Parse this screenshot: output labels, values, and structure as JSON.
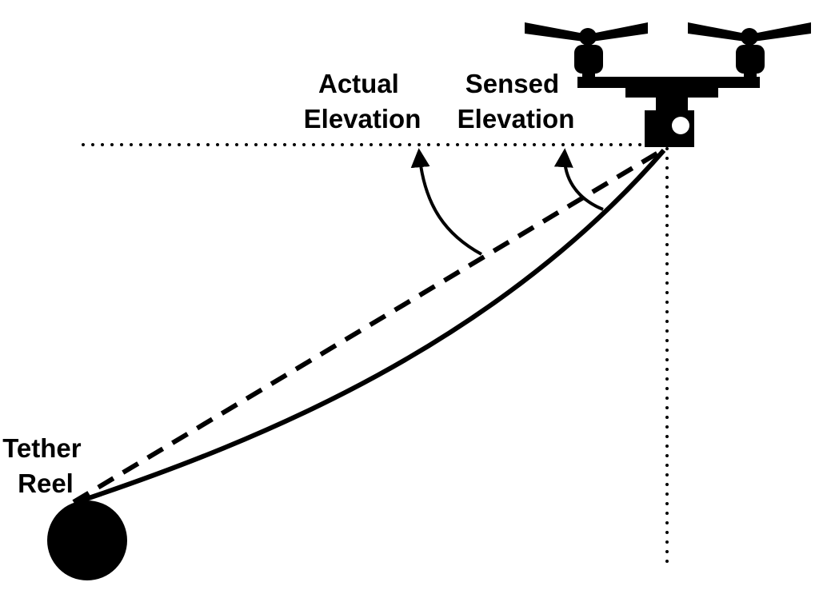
{
  "labels": {
    "actual_elevation": [
      "Actual",
      "Elevation"
    ],
    "sensed_elevation": [
      "Sensed",
      "Elevation"
    ],
    "tether_reel": [
      "Tether",
      "Reel"
    ]
  },
  "colors": {
    "ink": "#000000",
    "background": "#ffffff"
  },
  "icons": {
    "drone": "drone-icon",
    "reel": "tether-reel-icon",
    "camera": "camera-icon"
  }
}
